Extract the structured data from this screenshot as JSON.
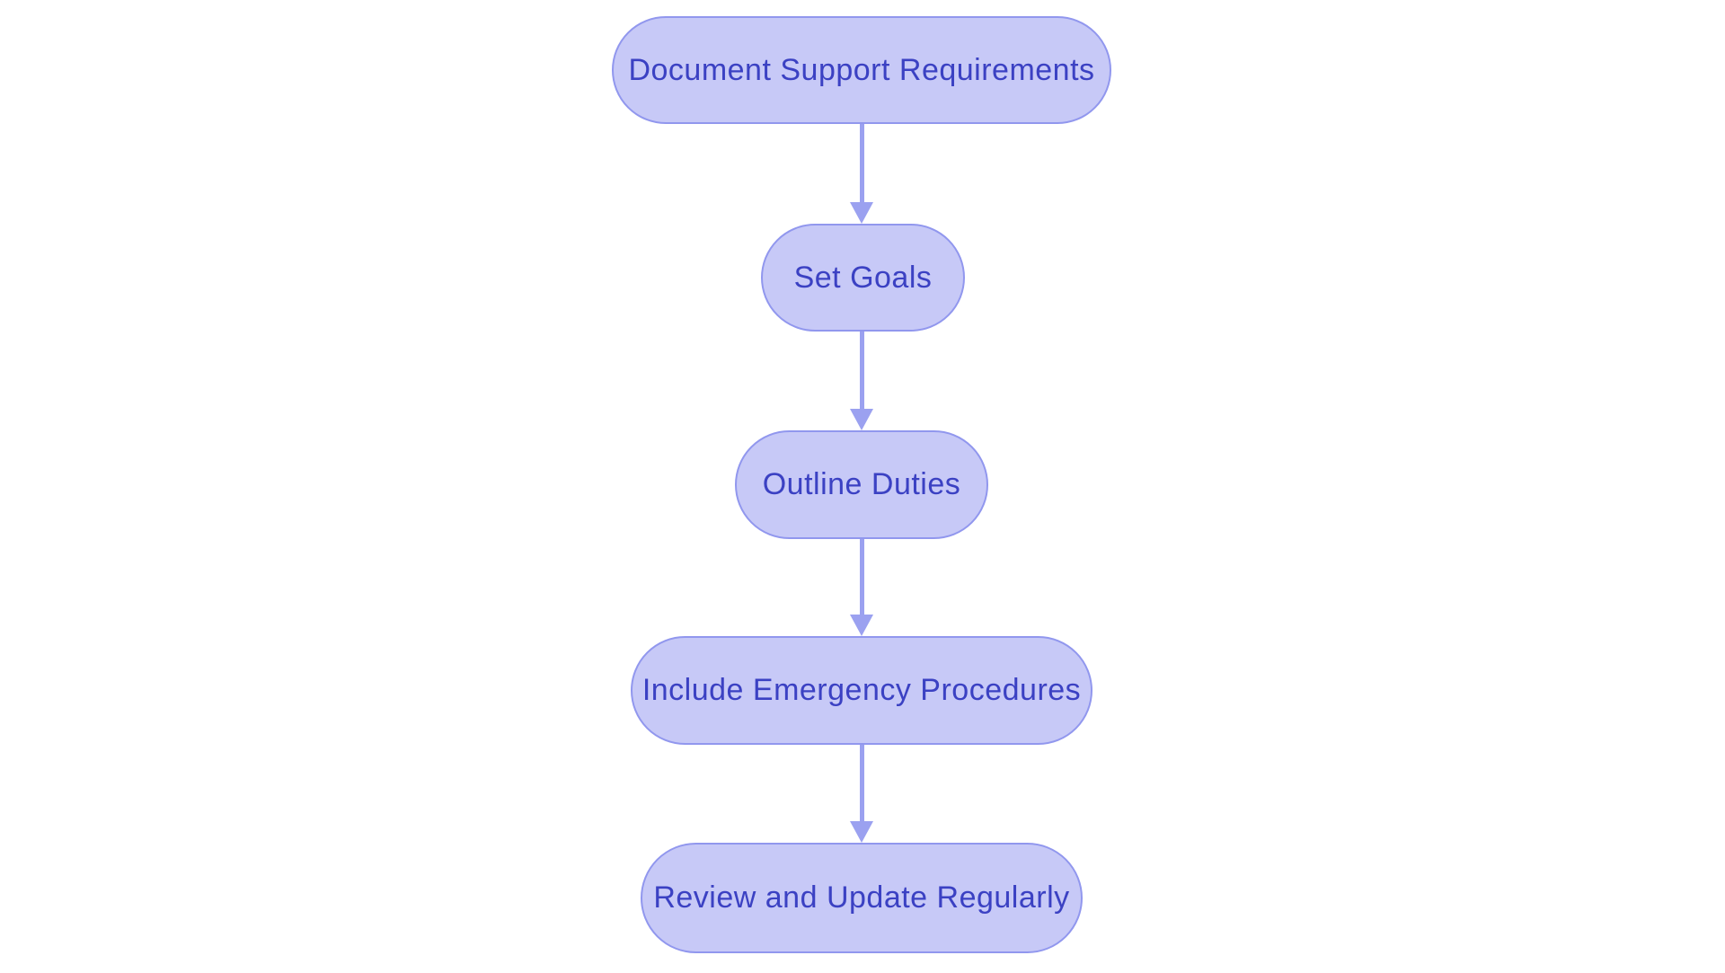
{
  "flowchart": {
    "type": "vertical-flowchart",
    "colors": {
      "background": "#ffffff",
      "node_fill": "#c7c9f7",
      "node_border": "#9197ee",
      "text": "#3b41c3",
      "arrow": "#9ba1f0"
    },
    "nodes": [
      {
        "id": "node-1",
        "label": "Document Support Requirements"
      },
      {
        "id": "node-2",
        "label": "Set Goals"
      },
      {
        "id": "node-3",
        "label": "Outline Duties"
      },
      {
        "id": "node-4",
        "label": "Include Emergency Procedures"
      },
      {
        "id": "node-5",
        "label": "Review and Update Regularly"
      }
    ],
    "connections": [
      {
        "from": "node-1",
        "to": "node-2",
        "style": "arrow-down"
      },
      {
        "from": "node-2",
        "to": "node-3",
        "style": "arrow-down"
      },
      {
        "from": "node-3",
        "to": "node-4",
        "style": "arrow-down"
      },
      {
        "from": "node-4",
        "to": "node-5",
        "style": "arrow-down"
      }
    ]
  }
}
